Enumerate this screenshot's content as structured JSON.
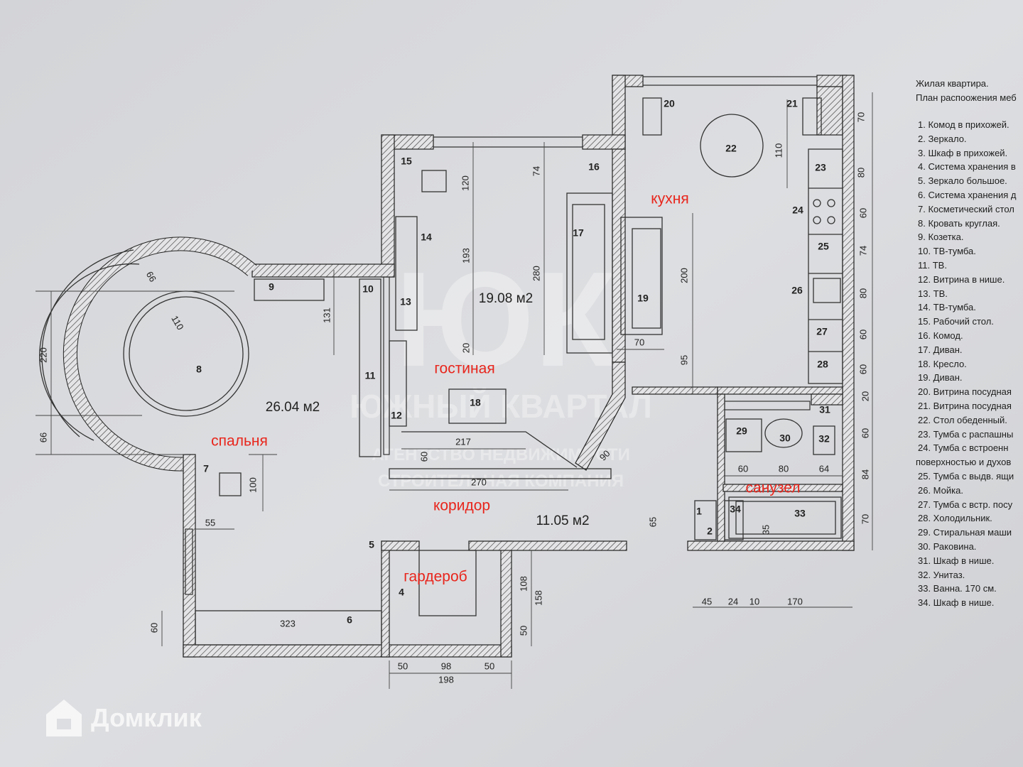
{
  "legend": {
    "title_lines": [
      "Жилая квартира.",
      "План распоожения меб"
    ],
    "items": [
      "1. Комод в прихожей.",
      "2. Зеркало.",
      "3. Шкаф в прихожей.",
      "4. Система хранения в",
      "5. Зеркало большое.",
      "6. Система хранения д",
      "7. Косметический стол",
      "8. Кровать круглая.",
      "9. Козетка.",
      "10. ТВ-тумба.",
      "11. ТВ.",
      "12. Витрина в нише.",
      "13. ТВ.",
      "14. ТВ-тумба.",
      "15. Рабочий стол.",
      "16. Комод.",
      "17. Диван.",
      "18. Кресло.",
      "19. Диван.",
      "20. Витрина посудная",
      "21. Витрина посудная",
      "22. Стол обеденный.",
      "23. Тумба с распашны",
      "24. Тумба с встроенн",
      "поверхностью и духов",
      "25. Тумба с выдв. ящи",
      "26. Мойка.",
      "27. Тумба с встр. посу",
      "28. Холодильник.",
      "29. Стиральная маши",
      "30. Раковина.",
      "31. Шкаф в нише.",
      "32. Унитаз.",
      "33. Ванна. 170 см.",
      "34. Шкаф в нише."
    ]
  },
  "rooms": {
    "bedroom": "спальня",
    "living": "гостиная",
    "kitchen": "кухня",
    "bathroom": "санузел",
    "corridor": "коридор",
    "wardrobe": "гардероб"
  },
  "areas": {
    "bedroom": "26.04 м2",
    "living": "19.08 м2",
    "corridor": "11.05 м2"
  },
  "furniture_numbers": [
    "1",
    "2",
    "4",
    "5",
    "6",
    "7",
    "8",
    "9",
    "10",
    "11",
    "12",
    "13",
    "14",
    "15",
    "16",
    "17",
    "18",
    "19",
    "20",
    "21",
    "22",
    "23",
    "24",
    "25",
    "26",
    "27",
    "28",
    "29",
    "30",
    "31",
    "32",
    "33",
    "34"
  ],
  "dimensions": {
    "vertical": [
      "120",
      "74",
      "193",
      "280",
      "20",
      "131",
      "220",
      "66",
      "100",
      "110",
      "200",
      "95",
      "65",
      "108",
      "158",
      "50",
      "60",
      "60",
      "35"
    ],
    "right_column": [
      "70",
      "80",
      "60",
      "74",
      "80",
      "60",
      "60",
      "20",
      "60",
      "84",
      "70"
    ],
    "horizontal": [
      "217",
      "270",
      "70",
      "55",
      "323",
      "60",
      "80",
      "64",
      "45",
      "24",
      "10",
      "170",
      "50",
      "98",
      "50",
      "198"
    ],
    "diagonal": [
      "66",
      "110",
      "90"
    ]
  },
  "watermark": {
    "logo_letters": "ЮК",
    "name": "ЮЖНЫЙ КВАРТАЛ",
    "line1": "АГЕНТСТВО НЕДВИЖИМОСТИ",
    "line2": "СТРОИТЕЛЬНАЯ КОМПАНИЯ"
  },
  "brand": {
    "name": "Домклик"
  }
}
